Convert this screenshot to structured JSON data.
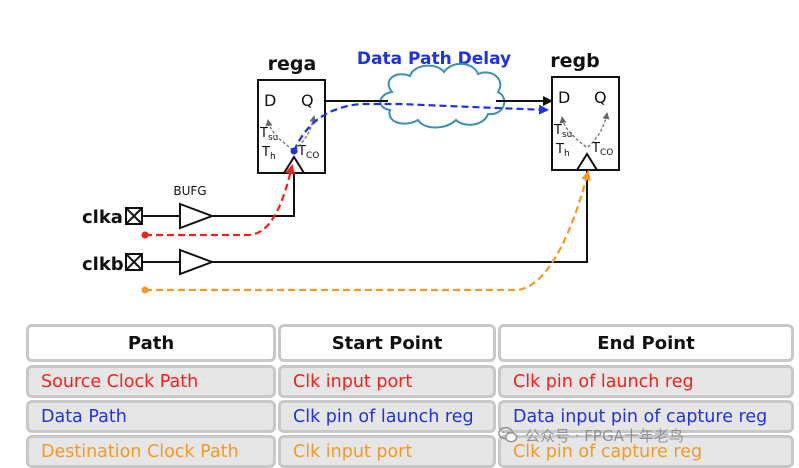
{
  "diagram": {
    "title_label": "Data Path Delay",
    "reg_a": {
      "name": "rega",
      "d": "D",
      "q": "Q",
      "tsu": "T",
      "tsu_sub": "su",
      "th": "T",
      "th_sub": "h",
      "tco": "T",
      "tco_sub": "CO"
    },
    "reg_b": {
      "name": "regb",
      "d": "D",
      "q": "Q",
      "tsu": "T",
      "tsu_sub": "su",
      "th": "T",
      "th_sub": "h",
      "tco": "T",
      "tco_sub": "CO"
    },
    "bufg_label": "BUFG",
    "clka_label": "clka",
    "clkb_label": "clkb",
    "colors": {
      "red": "#f0231c",
      "blue": "#1f33e0",
      "orange": "#f39a26",
      "cloud": "#3d8fb3"
    }
  },
  "table": {
    "headers": [
      "Path",
      "Start Point",
      "End Point"
    ],
    "rows": [
      {
        "color": "red",
        "cells": [
          "Source Clock Path",
          "Clk input port",
          "Clk pin of launch reg"
        ]
      },
      {
        "color": "blue",
        "cells": [
          "Data Path",
          "Clk pin of launch reg",
          "Data input pin of capture reg"
        ]
      },
      {
        "color": "orange",
        "cells": [
          "Destination Clock Path",
          "Clk input port",
          "Clk pin of capture reg"
        ]
      }
    ]
  },
  "watermark": {
    "icon": "wechat-icon",
    "text": "公众号 · FPGA十年老鸟"
  }
}
